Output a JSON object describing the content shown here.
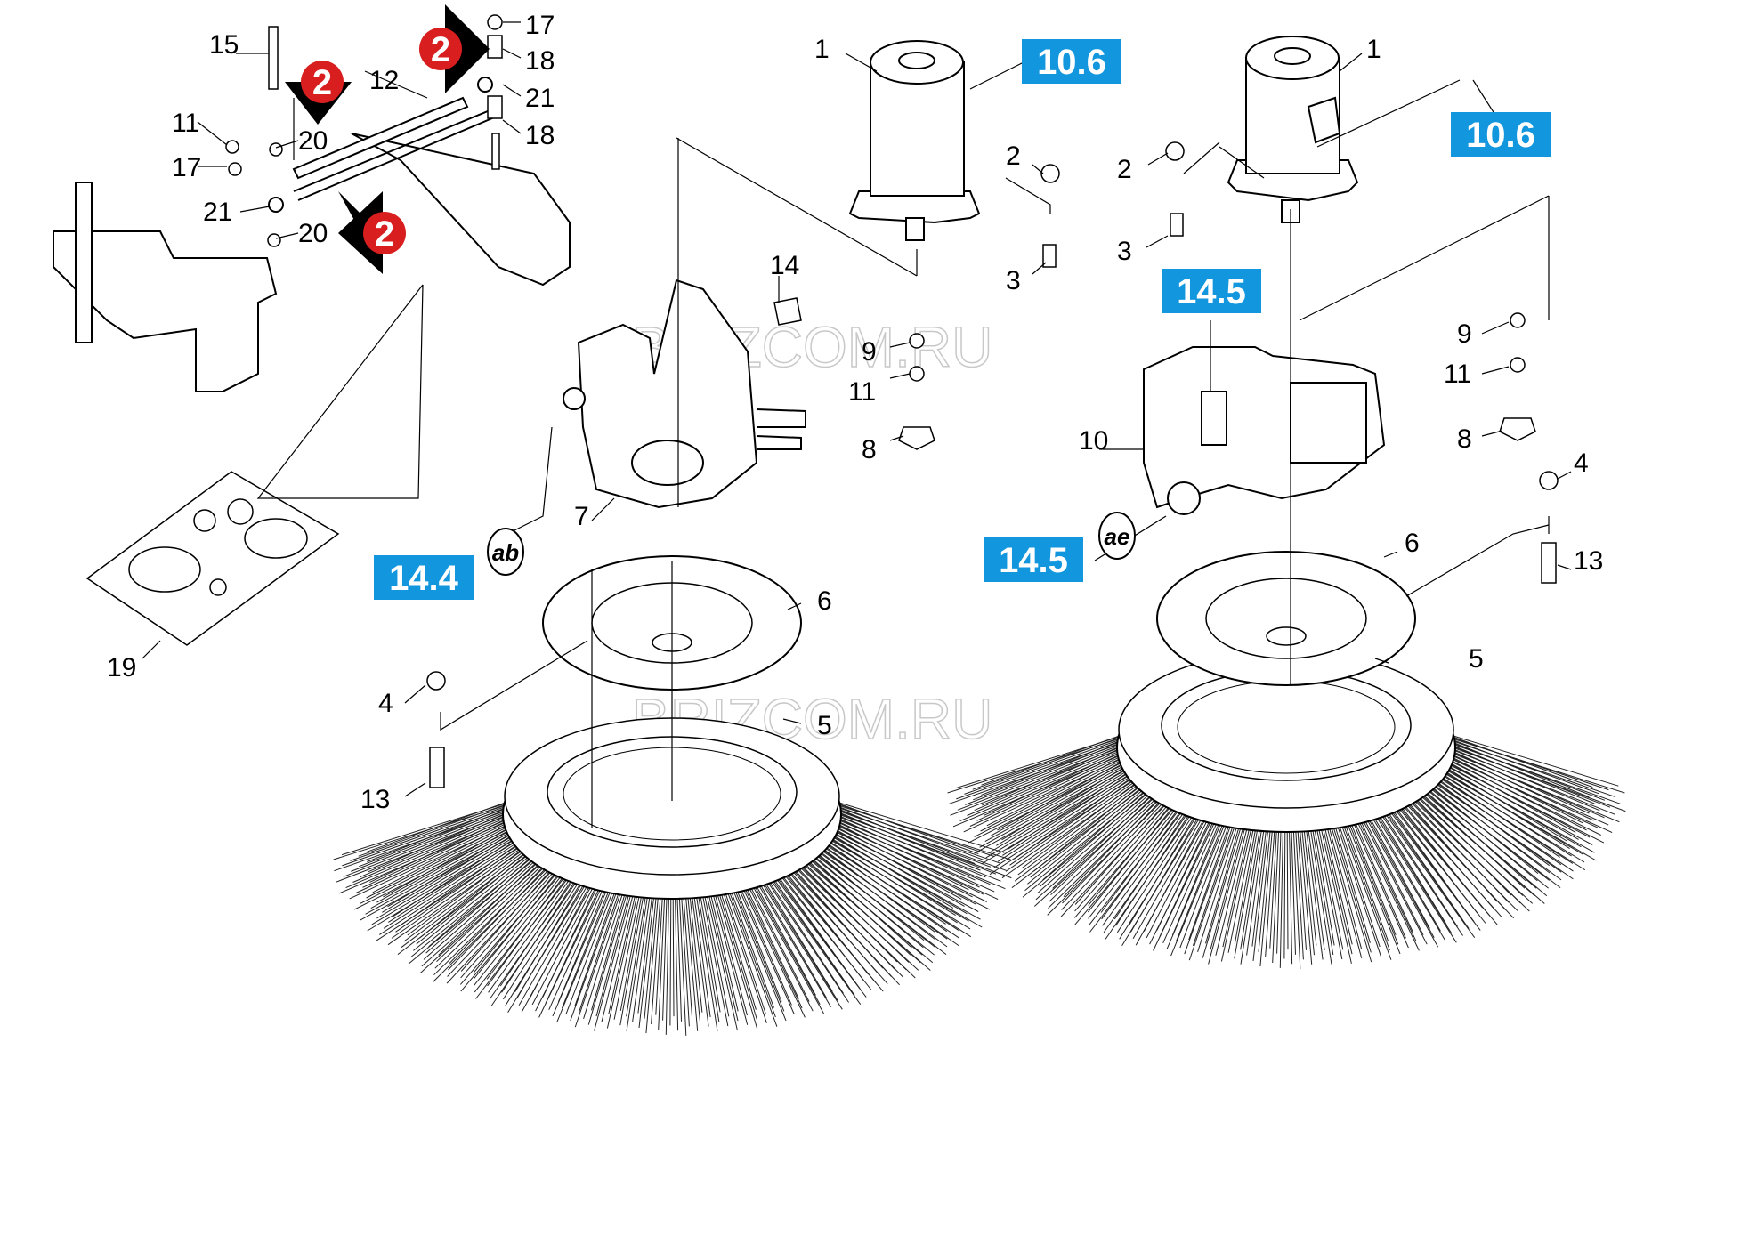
{
  "diagram": {
    "watermark": "BRIZCOM.RU",
    "part_numbers": {
      "p1a": "1",
      "p1b": "1",
      "p2a": "2",
      "p2b": "2",
      "p3a": "3",
      "p3b": "3",
      "p4a": "4",
      "p4b": "4",
      "p5a": "5",
      "p5b": "5",
      "p6a": "6",
      "p6b": "6",
      "p7": "7",
      "p8a": "8",
      "p8b": "8",
      "p9a": "9",
      "p9b": "9",
      "p10": "10",
      "p11a": "11",
      "p11b": "11",
      "p11c": "11",
      "p12": "12",
      "p13a": "13",
      "p13b": "13",
      "p14": "14",
      "p15": "15",
      "p17a": "17",
      "p17b": "17",
      "p18a": "18",
      "p18b": "18",
      "p19": "19",
      "p20a": "20",
      "p20b": "20",
      "p21a": "21",
      "p21b": "21"
    },
    "references": {
      "r106a": "10.6",
      "r106b": "10.6",
      "r145a": "14.5",
      "r145b": "14.5",
      "r144": "14.4"
    },
    "markers": {
      "m1": "2",
      "m2": "2",
      "m3": "2"
    },
    "connectors": {
      "ab": "ab",
      "ae": "ae"
    },
    "colors": {
      "reference_bg": "#1296de",
      "reference_text": "#ffffff",
      "marker_red": "#d81e1e",
      "line": "#000000"
    }
  }
}
